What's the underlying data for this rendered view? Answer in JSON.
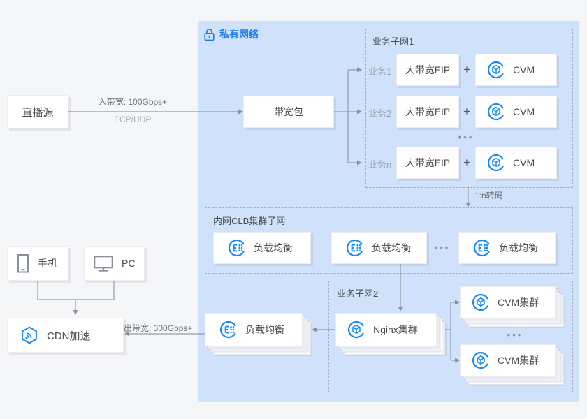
{
  "colors": {
    "page_bg": "#f5f6f8",
    "vpc_bg": "#cfe1fb",
    "vpc_title_blue": "#1e7cf0",
    "icon_blue": "#1389ff",
    "line_gray": "#969ba3",
    "text_dark": "#4a4a4a",
    "text_gray": "#9aa2ad"
  },
  "vpc": {
    "label": "私有网络",
    "icon": "lock-icon"
  },
  "flows": {
    "inbound_label": "入带宽: 100Gbps+",
    "inbound_protocol": "TCP/UDP",
    "transcode_label": "1:n转码",
    "outbound_label": "出带宽: 300Gbps+"
  },
  "nodes": {
    "live_source": "直播源",
    "bandwidth_package": "带宽包",
    "lb_out": "负载均衡",
    "cdn": "CDN加速",
    "phone": "手机",
    "pc": "PC"
  },
  "subnet1": {
    "label": "业务子网1",
    "ellipsis": "•••",
    "rows": [
      {
        "service": "业务1",
        "eip": "大带宽EIP",
        "plus": "+",
        "cvm": "CVM"
      },
      {
        "service": "业务2",
        "eip": "大带宽EIP",
        "plus": "+",
        "cvm": "CVM"
      },
      {
        "service": "业务n",
        "eip": "大带宽EIP",
        "plus": "+",
        "cvm": "CVM"
      }
    ]
  },
  "clb_subnet": {
    "label": "内网CLB集群子网",
    "ellipsis": "•••",
    "items": [
      {
        "label": "负载均衡"
      },
      {
        "label": "负载均衡"
      },
      {
        "label": "负载均衡"
      }
    ]
  },
  "subnet2": {
    "label": "业务子网2",
    "ellipsis": "•••",
    "nginx": "Nginx集群",
    "cvm_clusters": [
      {
        "label": "CVM集群"
      },
      {
        "label": "CVM集群"
      }
    ]
  }
}
